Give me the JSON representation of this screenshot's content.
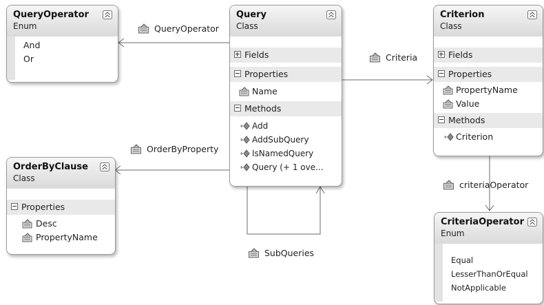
{
  "query_operator": {
    "name": "QueryOperator",
    "kind": "Enum",
    "values": [
      "And",
      "Or"
    ]
  },
  "query": {
    "name": "Query",
    "kind": "Class",
    "fields_label": "Fields",
    "properties_label": "Properties",
    "properties": [
      "Name"
    ],
    "methods_label": "Methods",
    "methods": [
      "Add",
      "AddSubQuery",
      "IsNamedQuery",
      "Query (+ 1 ove..."
    ]
  },
  "criterion": {
    "name": "Criterion",
    "kind": "Class",
    "fields_label": "Fields",
    "properties_label": "Properties",
    "properties": [
      "PropertyName",
      "Value"
    ],
    "methods_label": "Methods",
    "methods": [
      "Criterion"
    ]
  },
  "order_by_clause": {
    "name": "OrderByClause",
    "kind": "Class",
    "properties_label": "Properties",
    "properties": [
      "Desc",
      "PropertyName"
    ]
  },
  "criteria_operator": {
    "name": "CriteriaOperator",
    "kind": "Enum",
    "values": [
      "Equal",
      "LesserThanOrEqual",
      "NotApplicable"
    ]
  },
  "associations": {
    "query_operator": "QueryOperator",
    "criteria": "Criteria",
    "order_by_property": "OrderByProperty",
    "criteria_operator": "criteriaOperator",
    "sub_queries": "SubQueries"
  },
  "icons": {
    "collapse": "collapse-chevron-icon",
    "property": "property-icon",
    "method": "method-icon"
  }
}
